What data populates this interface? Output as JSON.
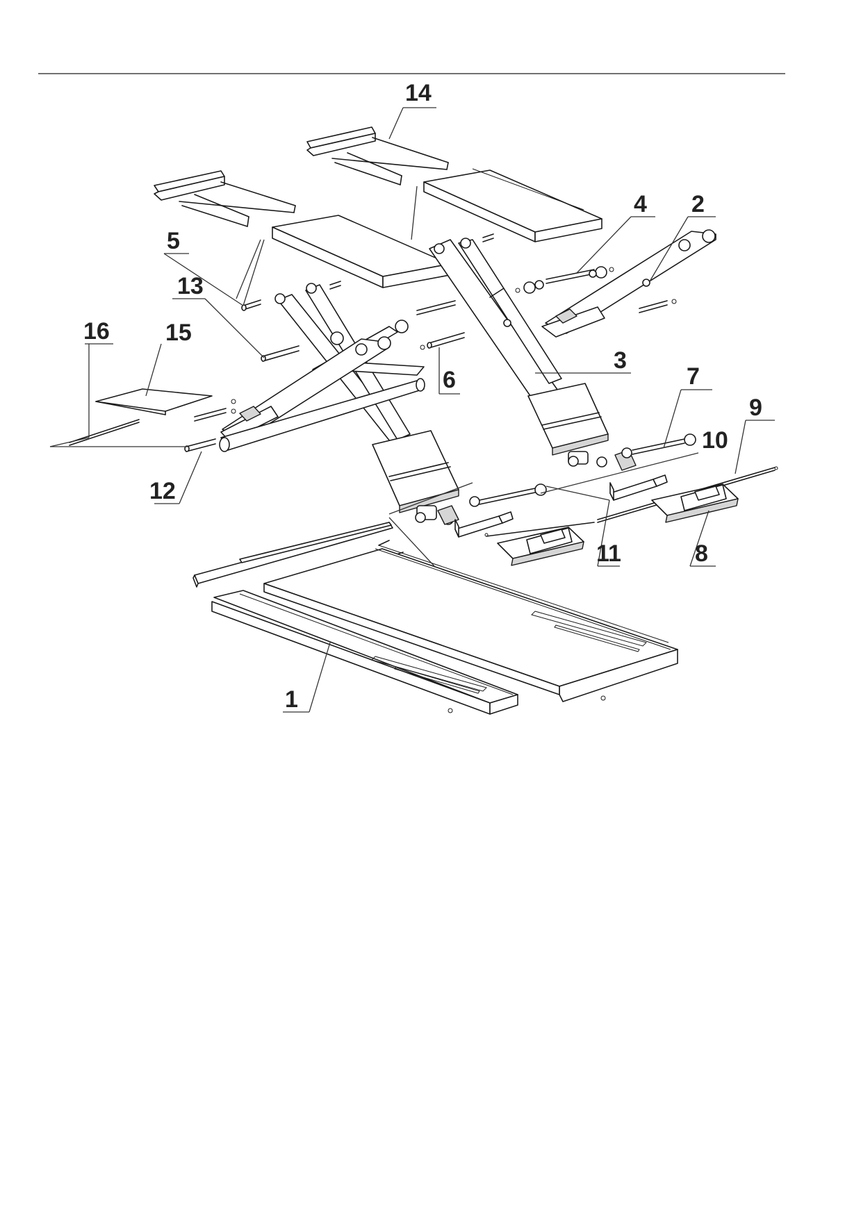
{
  "colors": {
    "line": "#1a1a1a",
    "shade": "#d6d6d6",
    "label": "#222222",
    "background": "#ffffff"
  },
  "callouts": [
    {
      "id": "14",
      "label": "14"
    },
    {
      "id": "4",
      "label": "4"
    },
    {
      "id": "2",
      "label": "2"
    },
    {
      "id": "5",
      "label": "5"
    },
    {
      "id": "13",
      "label": "13"
    },
    {
      "id": "16",
      "label": "16"
    },
    {
      "id": "15",
      "label": "15"
    },
    {
      "id": "3",
      "label": "3"
    },
    {
      "id": "6",
      "label": "6"
    },
    {
      "id": "7",
      "label": "7"
    },
    {
      "id": "9",
      "label": "9"
    },
    {
      "id": "10",
      "label": "10"
    },
    {
      "id": "12",
      "label": "12"
    },
    {
      "id": "11",
      "label": "11"
    },
    {
      "id": "8",
      "label": "8"
    },
    {
      "id": "1",
      "label": "1"
    }
  ]
}
